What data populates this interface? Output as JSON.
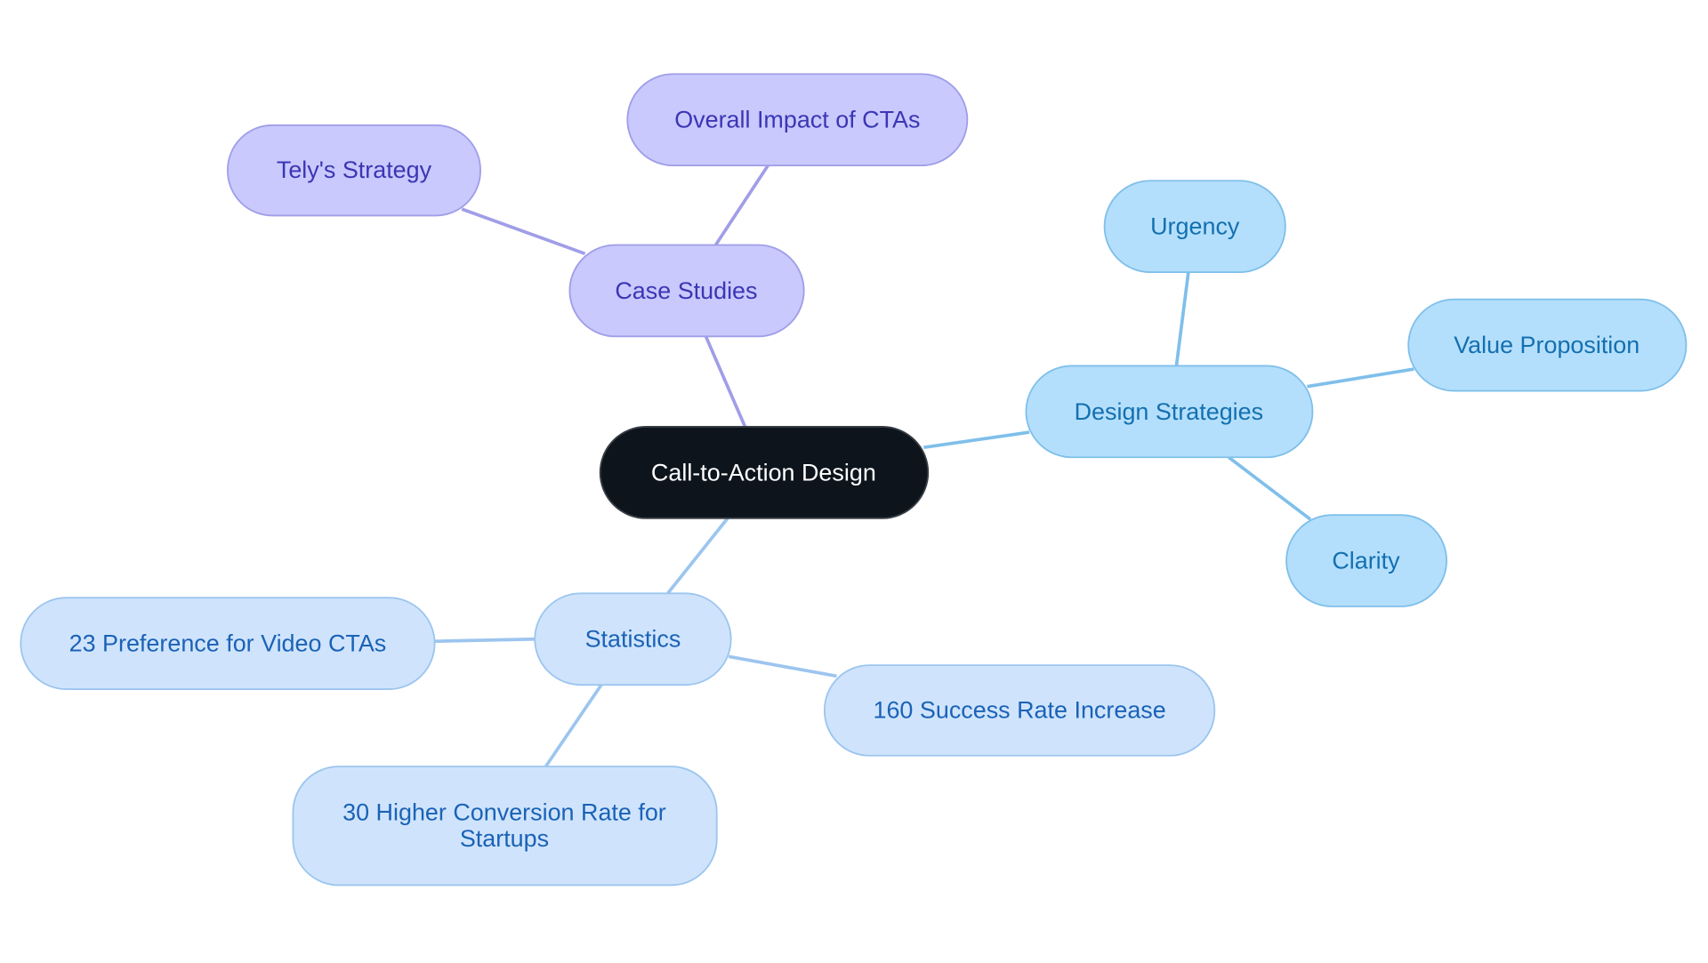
{
  "root": {
    "label": "Call-to-Action Design"
  },
  "case_studies": {
    "label": "Case Studies",
    "children": [
      "Tely's Strategy",
      "Overall Impact of CTAs"
    ]
  },
  "design_strategies": {
    "label": "Design Strategies",
    "children": [
      "Urgency",
      "Value Proposition",
      "Clarity"
    ]
  },
  "statistics": {
    "label": "Statistics",
    "children": [
      "23 Preference for Video CTAs",
      "160 Success Rate Increase",
      "30 Higher Conversion Rate for",
      "Startups"
    ]
  },
  "colors": {
    "root": "#0d141c",
    "case_studies": "#c9c9fd",
    "design_strategies": "#b4dffc",
    "statistics": "#cfe4fc"
  }
}
